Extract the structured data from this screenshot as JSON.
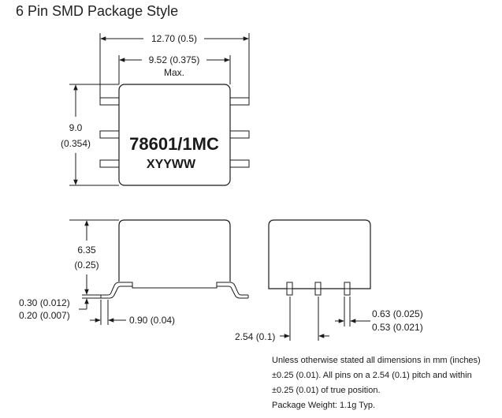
{
  "title": "6 Pin SMD Package Style",
  "top_view": {
    "overall_width": "12.70 (0.5)",
    "body_width": "9.52 (0.375)",
    "body_width_note": "Max.",
    "height_mm": "9.0",
    "height_in": "(0.354)",
    "part_number": "78601/1MC",
    "date_code": "XYYWW"
  },
  "side_view": {
    "height_mm": "6.35",
    "height_in": "(0.25)",
    "lead_thickness_max": "0.30 (0.012)",
    "lead_thickness_min": "0.20 (0.007)",
    "lead_length": "0.90 (0.04)"
  },
  "end_view": {
    "pitch": "2.54 (0.1)",
    "lead_width_max": "0.63 (0.025)",
    "lead_width_min": "0.53 (0.021)"
  },
  "notes": [
    "Unless otherwise stated all dimensions in mm (inches)",
    "±0.25 (0.01). All pins on a 2.54 (0.1) pitch and within",
    "±0.25 (0.01) of true position.",
    "Package Weight: 1.1g Typ."
  ]
}
